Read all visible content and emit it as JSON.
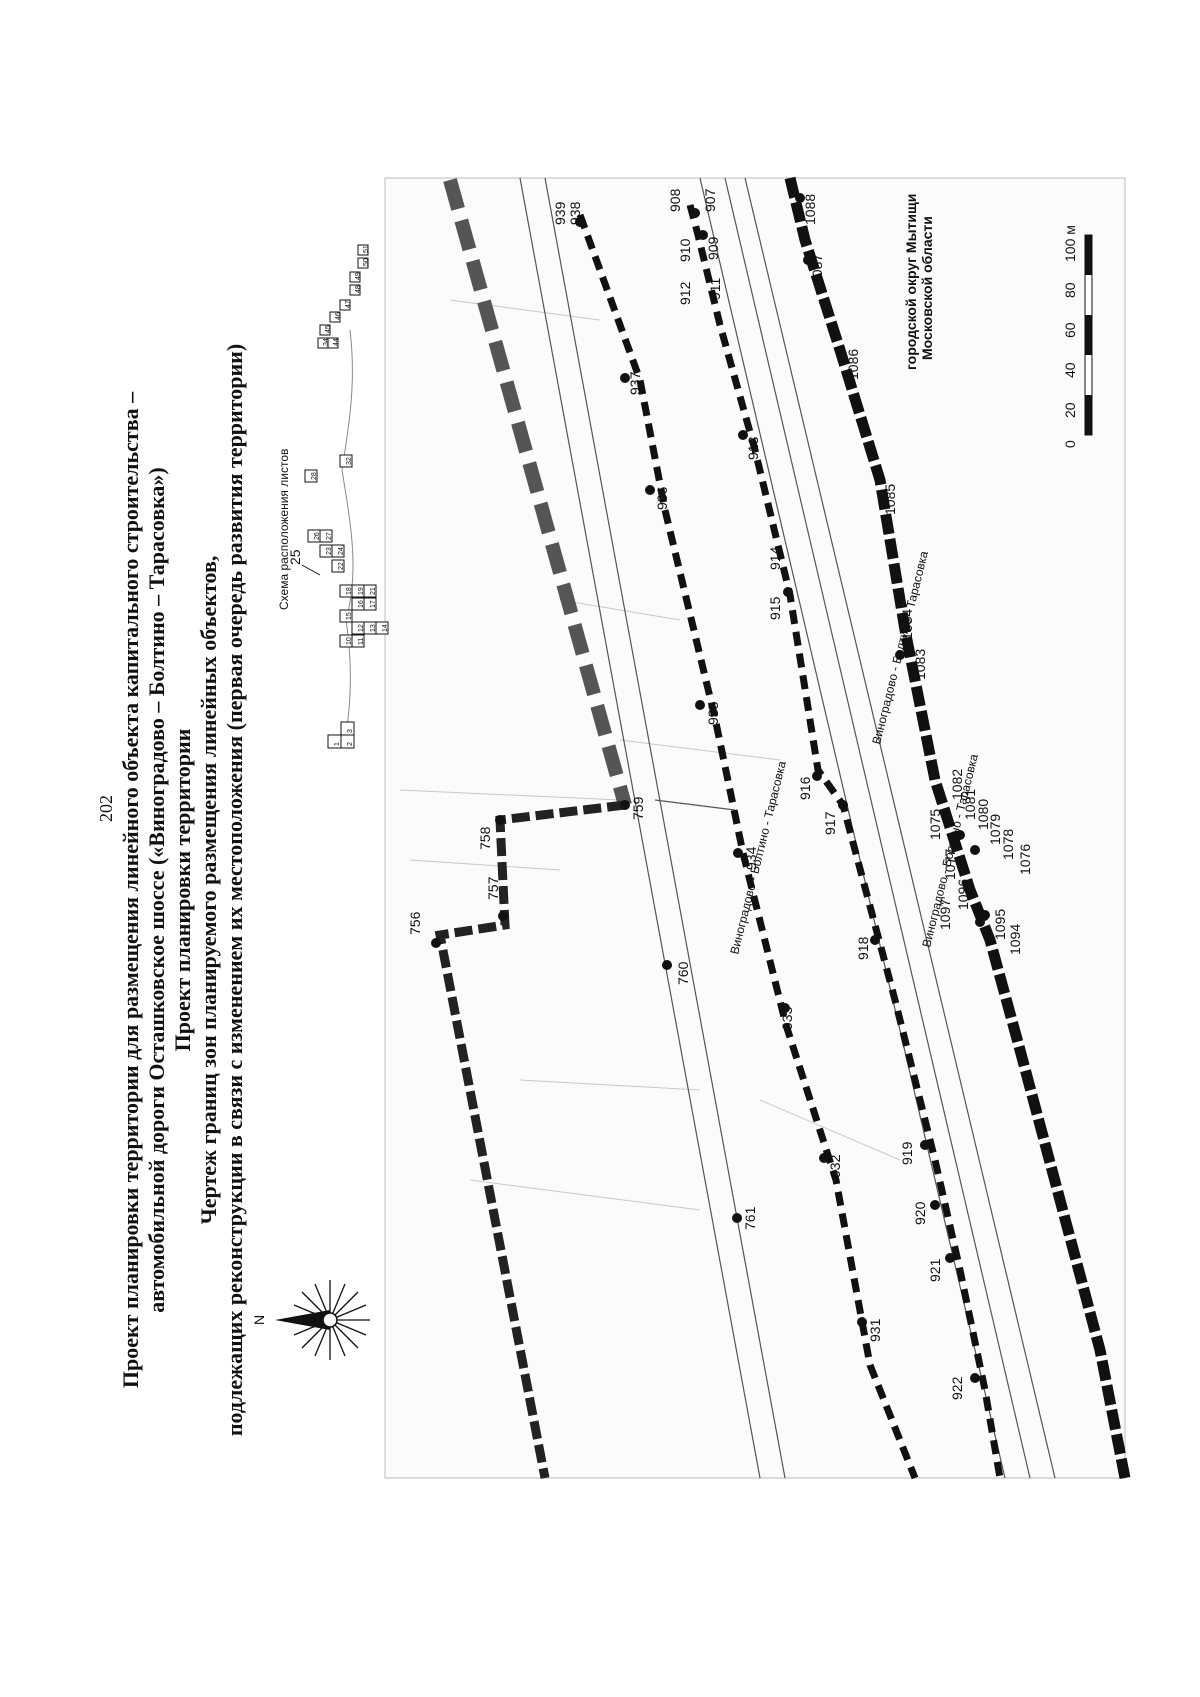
{
  "page": {
    "number": "202"
  },
  "titles": [
    "Проект планировки территории для размещения линейного объекта капитального строительства –",
    "автомобильной дороги Осташковское шоссе («Виноградово – Болтино – Тарасовка»)",
    "Проект планировки территории",
    "Чертеж границ зон планируемого размещения линейных объектов,",
    "подлежащих реконструкции в связи с изменением их местоположения (первая очередь развития территории)"
  ],
  "inset": {
    "title": "Схема расположения листов",
    "pointer_label": "25",
    "sheets": [
      "1",
      "2",
      "3",
      "10",
      "11",
      "12",
      "13",
      "14",
      "15",
      "16",
      "17",
      "18",
      "19",
      "21",
      "22",
      "23",
      "24",
      "26",
      "27",
      "28",
      "32",
      "34",
      "44",
      "45",
      "46",
      "47",
      "48",
      "49",
      "50",
      "51"
    ]
  },
  "road_labels": [
    "Виноградово - Болтино - Тарасовка",
    "Виноградово - Болтино - Тарасовка",
    "Виноградово - Болтино - Тарасовка"
  ],
  "admin_label": [
    "городской округ Мытищи",
    "Московской области"
  ],
  "scale_bar": {
    "ticks": [
      "0",
      "20",
      "40",
      "60",
      "80",
      "100 м"
    ]
  },
  "north_label": "N",
  "points": {
    "line_a": [
      "756",
      "757",
      "758",
      "759",
      "760",
      "761"
    ],
    "line_b": [
      "939",
      "938",
      "937",
      "936",
      "935",
      "934",
      "933",
      "932",
      "931"
    ],
    "line_c": [
      "908",
      "907",
      "910",
      "909",
      "912",
      "911",
      "913",
      "914",
      "915",
      "916",
      "917",
      "918",
      "919",
      "920",
      "921",
      "922"
    ],
    "line_d": [
      "1088",
      "1087",
      "1086",
      "1085",
      "1084",
      "1083",
      "1082",
      "1081",
      "1080",
      "1079",
      "1078",
      "1077",
      "1076",
      "1075",
      "1096",
      "1097",
      "1095",
      "1094"
    ]
  }
}
